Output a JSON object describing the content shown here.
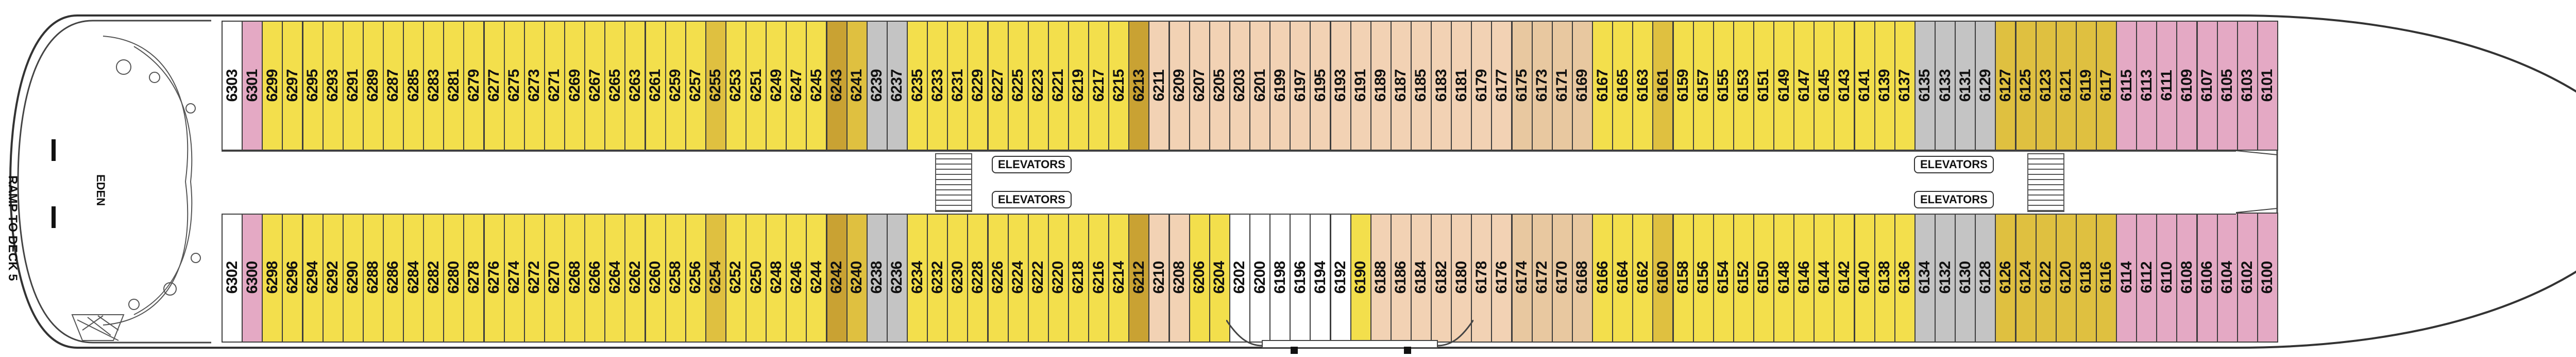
{
  "plan": {
    "ramp_text": "RAMP TO DECK 5",
    "eden_label": "EDEN",
    "elevators_label": "ELEVATORS",
    "top_row": [
      "6303",
      "6301",
      "6299",
      "6297",
      "6295",
      "6293",
      "6291",
      "6289",
      "6287",
      "6285",
      "6283",
      "6281",
      "6279",
      "6277",
      "6275",
      "6273",
      "6271",
      "6269",
      "6267",
      "6265",
      "6263",
      "6261",
      "6259",
      "6257",
      "6255",
      "6253",
      "6251",
      "6249",
      "6247",
      "6245",
      "6243",
      "6241",
      "6239",
      "6237",
      "6235",
      "6233",
      "6231",
      "6229",
      "6227",
      "6225",
      "6223",
      "6221",
      "6219",
      "6217",
      "6215",
      "6213",
      "6211",
      "6209",
      "6207",
      "6205",
      "6203",
      "6201",
      "6199",
      "6197",
      "6195",
      "6193",
      "6191",
      "6189",
      "6187",
      "6185",
      "6183",
      "6181",
      "6179",
      "6177",
      "6175",
      "6173",
      "6171",
      "6169",
      "6167",
      "6165",
      "6163",
      "6161",
      "6159",
      "6157",
      "6155",
      "6153",
      "6151",
      "6149",
      "6147",
      "6145",
      "6143",
      "6141",
      "6139",
      "6137",
      "6135",
      "6133",
      "6131",
      "6129",
      "6127",
      "6125",
      "6123",
      "6121",
      "6119",
      "6117",
      "6115",
      "6113",
      "6111",
      "6109",
      "6107",
      "6105",
      "6103",
      "6101"
    ],
    "bottom_row": [
      "6302",
      "6300",
      "6298",
      "6296",
      "6294",
      "6292",
      "6290",
      "6288",
      "6286",
      "6284",
      "6282",
      "6280",
      "6278",
      "6276",
      "6274",
      "6272",
      "6270",
      "6268",
      "6266",
      "6264",
      "6262",
      "6260",
      "6258",
      "6256",
      "6254",
      "6252",
      "6250",
      "6248",
      "6246",
      "6244",
      "6242",
      "6240",
      "6238",
      "6236",
      "6234",
      "6232",
      "6230",
      "6228",
      "6226",
      "6224",
      "6222",
      "6220",
      "6218",
      "6216",
      "6214",
      "6212",
      "6210",
      "6208",
      "6206",
      "6204",
      "6202",
      "6200",
      "6198",
      "6196",
      "6194",
      "6192",
      "6190",
      "6188",
      "6186",
      "6184",
      "6182",
      "6180",
      "6178",
      "6176",
      "6174",
      "6172",
      "6170",
      "6168",
      "6166",
      "6164",
      "6162",
      "6160",
      "6158",
      "6156",
      "6154",
      "6152",
      "6150",
      "6148",
      "6146",
      "6144",
      "6142",
      "6140",
      "6138",
      "6136",
      "6134",
      "6132",
      "6130",
      "6128",
      "6126",
      "6124",
      "6122",
      "6120",
      "6118",
      "6116",
      "6114",
      "6112",
      "6110",
      "6108",
      "6106",
      "6104",
      "6102",
      "6100"
    ],
    "top_colors": [
      "white",
      "pink",
      "yellow",
      "yellow",
      "yellow",
      "yellow",
      "yellow",
      "yellow",
      "yellow",
      "yellow",
      "yellow",
      "yellow",
      "yellow",
      "yellow",
      "yellow",
      "yellow",
      "yellow",
      "yellow",
      "yellow",
      "yellow",
      "yellow",
      "yellow",
      "yellow",
      "yellow",
      "gold",
      "yellow",
      "yellow",
      "yellow",
      "yellow",
      "yellow",
      "dkgold",
      "gold",
      "gray",
      "gray",
      "yellow",
      "yellow",
      "yellow",
      "yellow",
      "yellow",
      "yellow",
      "yellow",
      "yellow",
      "yellow",
      "yellow",
      "yellow",
      "dkgold",
      "peach",
      "peach",
      "peach",
      "peach",
      "peach",
      "peach",
      "peach",
      "peach",
      "peach",
      "peach",
      "peach",
      "peach",
      "peach",
      "peach",
      "peach",
      "peach",
      "peach",
      "peach",
      "tan",
      "tan",
      "tan",
      "tan",
      "yellow",
      "yellow",
      "yellow",
      "gold",
      "yellow",
      "yellow",
      "yellow",
      "yellow",
      "yellow",
      "yellow",
      "yellow",
      "yellow",
      "yellow",
      "yellow",
      "yellow",
      "yellow",
      "gray",
      "gray",
      "gray",
      "gray",
      "gold",
      "gold",
      "gold",
      "gold",
      "gold",
      "gold",
      "pink",
      "pink",
      "pink",
      "pink",
      "pink",
      "pink",
      "pink",
      "pink"
    ],
    "bottom_colors": [
      "white",
      "pink",
      "yellow",
      "yellow",
      "yellow",
      "yellow",
      "yellow",
      "yellow",
      "yellow",
      "yellow",
      "yellow",
      "yellow",
      "yellow",
      "yellow",
      "yellow",
      "yellow",
      "yellow",
      "yellow",
      "yellow",
      "yellow",
      "yellow",
      "yellow",
      "yellow",
      "yellow",
      "gold",
      "yellow",
      "yellow",
      "yellow",
      "yellow",
      "yellow",
      "dkgold",
      "gold",
      "gray",
      "gray",
      "yellow",
      "yellow",
      "yellow",
      "yellow",
      "yellow",
      "yellow",
      "yellow",
      "yellow",
      "yellow",
      "yellow",
      "yellow",
      "dkgold",
      "peach",
      "peach",
      "yellow",
      "yellow",
      "white",
      "white",
      "white",
      "white",
      "white",
      "white",
      "yellow",
      "peach",
      "peach",
      "peach",
      "peach",
      "peach",
      "peach",
      "peach",
      "tan",
      "tan",
      "tan",
      "tan",
      "yellow",
      "yellow",
      "yellow",
      "gold",
      "yellow",
      "yellow",
      "yellow",
      "yellow",
      "yellow",
      "yellow",
      "yellow",
      "yellow",
      "yellow",
      "yellow",
      "yellow",
      "yellow",
      "gray",
      "gray",
      "gray",
      "gray",
      "gold",
      "gold",
      "gold",
      "gold",
      "gold",
      "gold",
      "pink",
      "pink",
      "pink",
      "pink",
      "pink",
      "pink",
      "pink",
      "pink"
    ],
    "colors": {
      "yellow": "#f3df4c",
      "gold": "#dfc040",
      "dkgold": "#c9a233",
      "peach": "#f2d2b4",
      "tan": "#e8c8a0",
      "pink": "#e4a9c4",
      "gray": "#c4c4c4",
      "white": "#ffffff"
    }
  }
}
